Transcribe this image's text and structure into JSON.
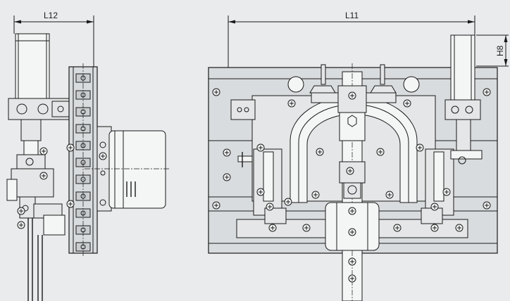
{
  "dimensions": {
    "l12": "L12",
    "l11": "L11",
    "h8": "H8"
  },
  "colors": {
    "background": "#e9ebec",
    "line": "#1a1a1a",
    "plate": "#d9dcde"
  }
}
